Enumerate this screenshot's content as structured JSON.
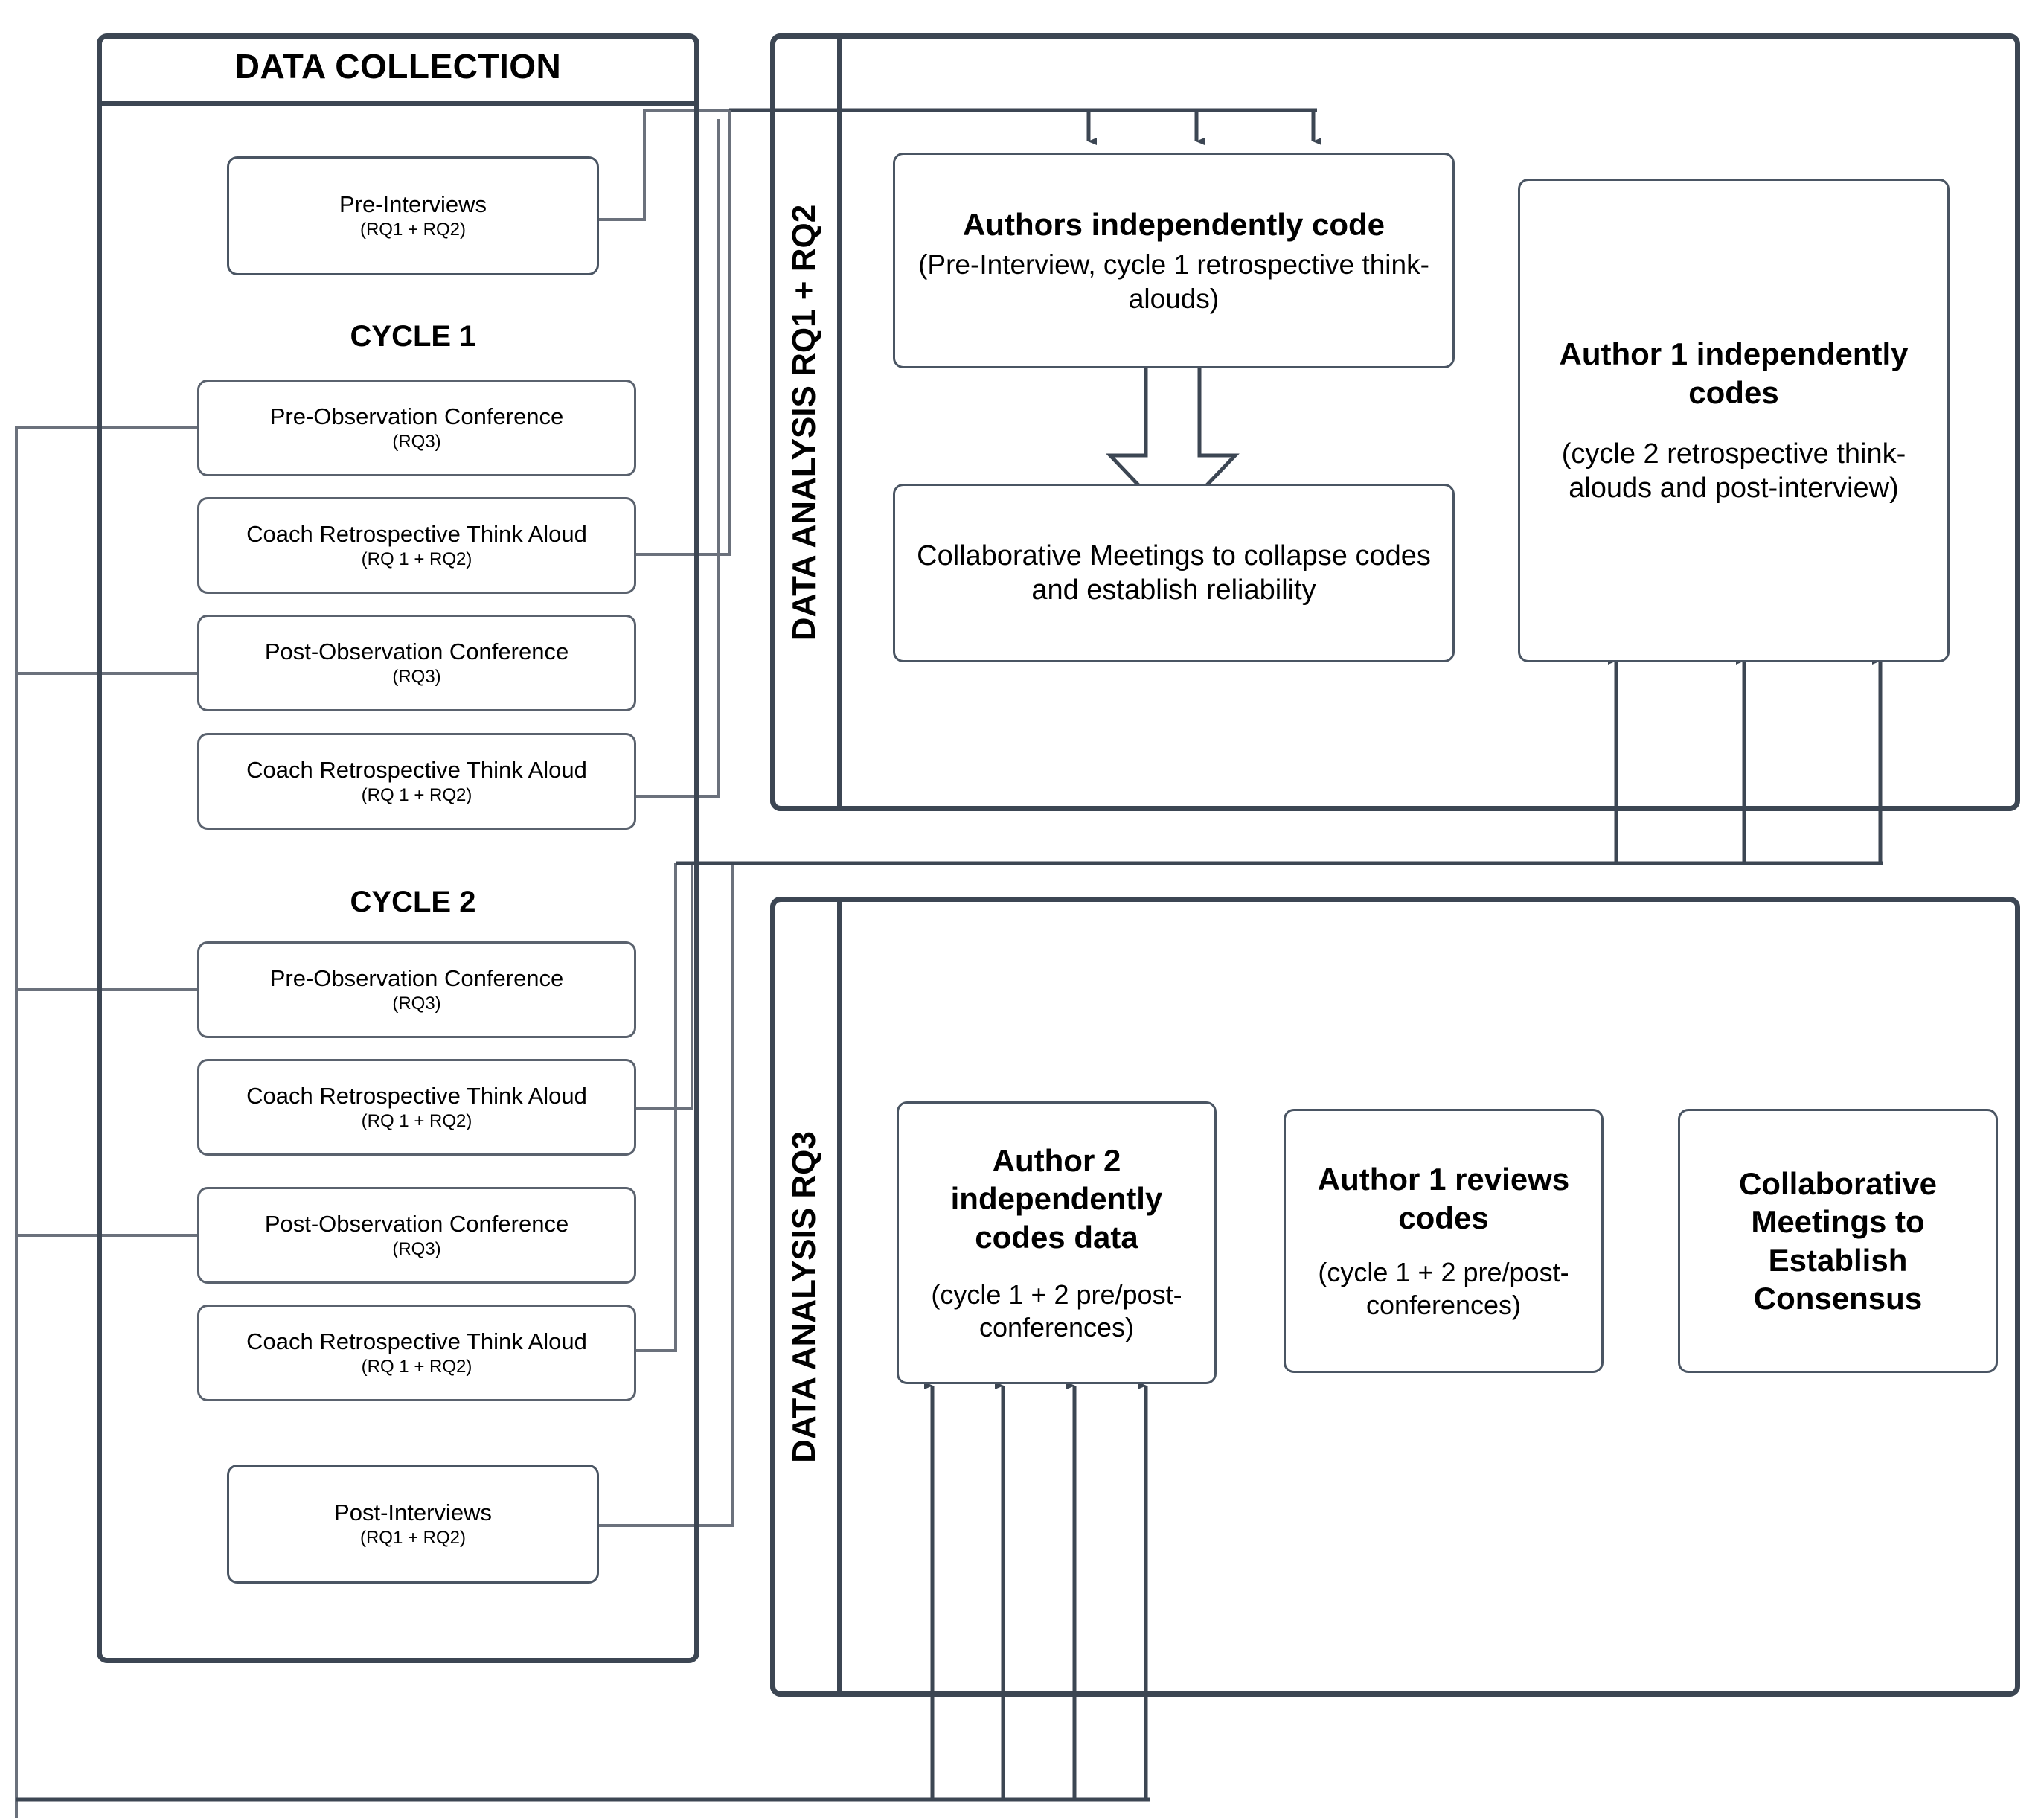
{
  "figure": {
    "type": "flowchart",
    "panels": [
      {
        "id": "data-collection",
        "title": "DATA COLLECTION",
        "orientation": "horizontal-title"
      },
      {
        "id": "data-analysis-rq12",
        "title": "DATA ANALYSIS RQ1 + RQ2",
        "orientation": "vertical-title"
      },
      {
        "id": "data-analysis-rq3",
        "title": "DATA ANALYSIS RQ3",
        "orientation": "vertical-title"
      }
    ]
  },
  "data_collection": {
    "title": "DATA COLLECTION",
    "pre_interviews": {
      "line1": "Pre-Interviews",
      "line2": "(RQ1 + RQ2)"
    },
    "cycle1_heading": "CYCLE 1",
    "cycle1": [
      {
        "line1": "Pre-Observation Conference",
        "line2": "(RQ3)"
      },
      {
        "line1": "Coach Retrospective Think Aloud",
        "line2": "(RQ 1 + RQ2)"
      },
      {
        "line1": "Post-Observation Conference",
        "line2": "(RQ3)"
      },
      {
        "line1": "Coach Retrospective Think Aloud",
        "line2": "(RQ 1 + RQ2)"
      }
    ],
    "cycle2_heading": "CYCLE 2",
    "cycle2": [
      {
        "line1": "Pre-Observation Conference",
        "line2": "(RQ3)"
      },
      {
        "line1": "Coach Retrospective Think Aloud",
        "line2": "(RQ 1 + RQ2)"
      },
      {
        "line1": "Post-Observation Conference",
        "line2": "(RQ3)"
      },
      {
        "line1": "Coach Retrospective Think Aloud",
        "line2": "(RQ 1 + RQ2)"
      }
    ],
    "post_interviews": {
      "line1": "Post-Interviews",
      "line2": "(RQ1 + RQ2)"
    }
  },
  "data_analysis_rq12": {
    "title": "DATA ANALYSIS RQ1 + RQ2",
    "authors_code": {
      "heading": "Authors independently code",
      "detail": "(Pre-Interview, cycle 1 retrospective think-alouds)"
    },
    "collab_meetings": {
      "text": "Collaborative Meetings to collapse codes and establish reliability"
    },
    "author1_codes": {
      "heading": "Author 1 independently codes",
      "detail": "(cycle 2 retrospective think-alouds and post-interview)"
    }
  },
  "data_analysis_rq3": {
    "title": "DATA ANALYSIS RQ3",
    "boxes": [
      {
        "heading": "Author 2 independently codes data",
        "detail": "(cycle 1 + 2 pre/post-conferences)"
      },
      {
        "heading": "Author 1 reviews codes",
        "detail": "(cycle 1 + 2 pre/post-conferences)"
      },
      {
        "heading": "Collaborative Meetings to Establish Consensus",
        "detail": ""
      }
    ]
  },
  "colors": {
    "panel_border": "#3c4653",
    "node_border": "#4a5563",
    "connector": "#3c4653",
    "background": "#ffffff",
    "text": "#000000"
  }
}
